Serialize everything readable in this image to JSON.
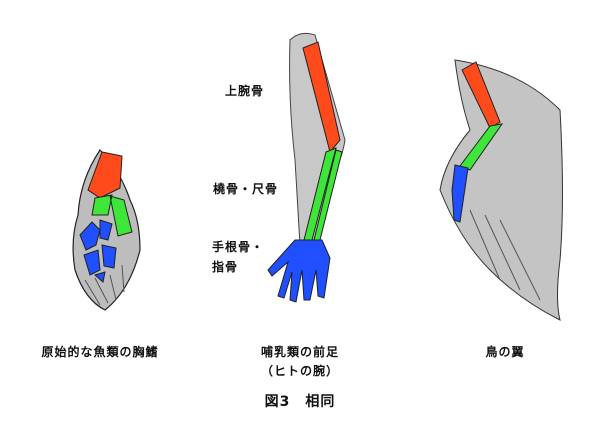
{
  "labels": {
    "humerus": "上腕骨",
    "radius_ulna": "橈骨・尺骨",
    "carpal": "手根骨・",
    "phalanges": "指骨"
  },
  "captions": {
    "fish": "原始的な魚類の胸鰭",
    "mammal": "哺乳類の前足",
    "mammal_sub": "（ヒトの腕）",
    "bird": "鳥の翼"
  },
  "figure_title": "図3　相同",
  "colors": {
    "upper": "#ff4a1c",
    "middle": "#3ee63a",
    "distal": "#1f4fff",
    "outline": "#999999"
  }
}
